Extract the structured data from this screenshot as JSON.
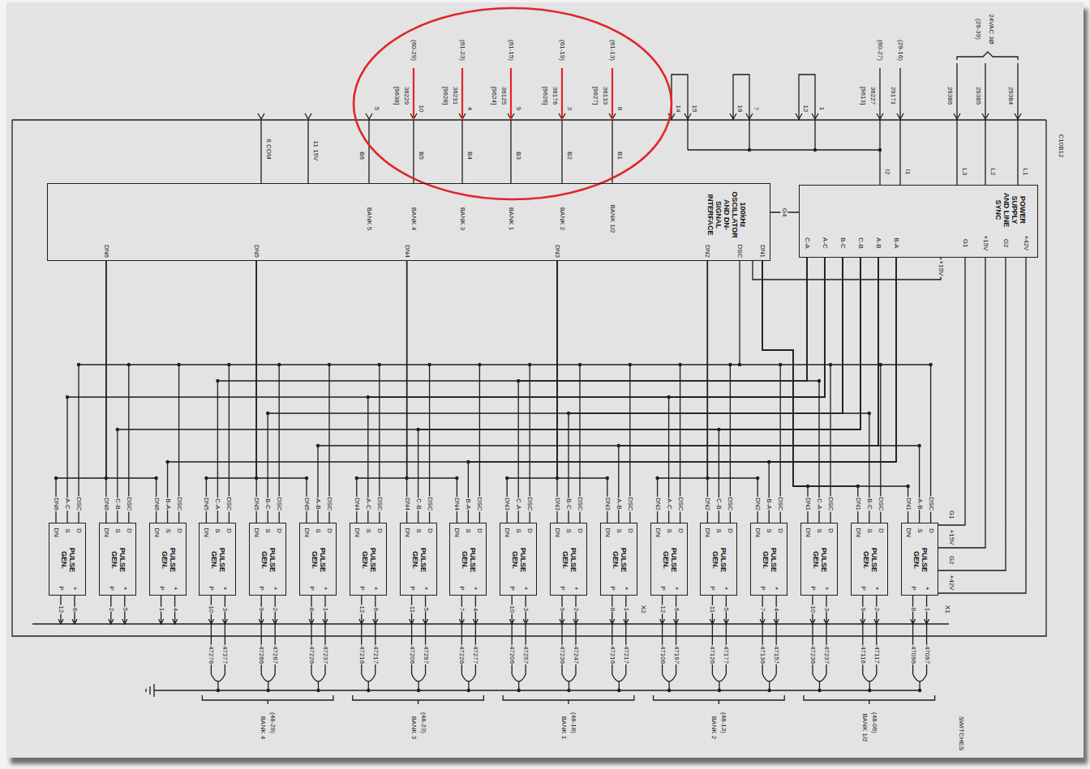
{
  "diagram": {
    "nodes": [
      {
        "text": [
          "100kHz OSCILLATOR AND DN-SIGNAL INTERFACE"
        ]
      },
      {
        "text": [
          "POWER SUPPLY AND LINE SYNC"
        ]
      },
      {
        "text": [
          "PULSE GEN."
        ]
      },
      {
        "text": [
          "PULSE GEN."
        ]
      },
      {
        "text": [
          "PULSE GEN."
        ]
      },
      {
        "text": [
          "PULSE GEN."
        ]
      },
      {
        "text": [
          "PULSE GEN."
        ]
      },
      {
        "text": [
          "PULSE GEN."
        ]
      },
      {
        "text": [
          "PULSE GEN."
        ]
      },
      {
        "text": [
          "PULSE GEN."
        ]
      },
      {
        "text": [
          "PULSE GEN."
        ]
      },
      {
        "text": [
          "PULSE GEN."
        ]
      },
      {
        "text": [
          "PULSE GEN."
        ]
      },
      {
        "text": [
          "PULSE GEN."
        ]
      },
      {
        "text": [
          "PULSE GEN."
        ]
      },
      {
        "text": [
          "PULSE GEN."
        ]
      },
      {
        "text": [
          "PULSE GEN."
        ]
      },
      {
        "text": [
          "PULSE GEN."
        ]
      },
      {
        "text": [
          "PULSE GEN."
        ]
      },
      {
        "text": [
          "PULSE GEN."
        ]
      }
    ],
    "edges": [
      {
        "from": 1,
        "to": 0,
        "arrow": "none",
        "label": "G4"
      },
      {
        "from": 1,
        "to": 0,
        "arrow": "none",
        "label": "+15V"
      },
      {
        "from": 0,
        "to": 2,
        "arrow": "none"
      },
      {
        "from": 0,
        "to": 3,
        "arrow": "none"
      },
      {
        "from": 0,
        "to": 4,
        "arrow": "none"
      },
      {
        "from": 0,
        "to": 5,
        "arrow": "none"
      },
      {
        "from": 0,
        "to": 6,
        "arrow": "none"
      },
      {
        "from": 0,
        "to": 7,
        "arrow": "none"
      },
      {
        "from": 0,
        "to": 8,
        "arrow": "none"
      },
      {
        "from": 0,
        "to": 9,
        "arrow": "none"
      },
      {
        "from": 0,
        "to": 10,
        "arrow": "none"
      },
      {
        "from": 0,
        "to": 11,
        "arrow": "none"
      },
      {
        "from": 0,
        "to": 12,
        "arrow": "none"
      },
      {
        "from": 0,
        "to": 13,
        "arrow": "none"
      },
      {
        "from": 0,
        "to": 14,
        "arrow": "none"
      },
      {
        "from": 0,
        "to": 15,
        "arrow": "none"
      },
      {
        "from": 0,
        "to": 16,
        "arrow": "none"
      },
      {
        "from": 0,
        "to": 17,
        "arrow": "none"
      },
      {
        "from": 0,
        "to": 18,
        "arrow": "none"
      },
      {
        "from": 0,
        "to": 19,
        "arrow": "none"
      },
      {
        "from": 1,
        "to": 2,
        "arrow": "none"
      },
      {
        "from": 1,
        "to": 3,
        "arrow": "none"
      },
      {
        "from": 1,
        "to": 4,
        "arrow": "none"
      },
      {
        "from": 1,
        "to": 5,
        "arrow": "none"
      },
      {
        "from": 1,
        "to": 6,
        "arrow": "none"
      },
      {
        "from": 1,
        "to": 7,
        "arrow": "none"
      },
      {
        "from": 1,
        "to": 8,
        "arrow": "none"
      },
      {
        "from": 1,
        "to": 9,
        "arrow": "none"
      },
      {
        "from": 1,
        "to": 10,
        "arrow": "none"
      },
      {
        "from": 1,
        "to": 11,
        "arrow": "none"
      },
      {
        "from": 1,
        "to": 12,
        "arrow": "none"
      },
      {
        "from": 1,
        "to": 13,
        "arrow": "none"
      },
      {
        "from": 1,
        "to": 14,
        "arrow": "none"
      },
      {
        "from": 1,
        "to": 15,
        "arrow": "none"
      },
      {
        "from": 1,
        "to": 16,
        "arrow": "none"
      },
      {
        "from": 1,
        "to": 17,
        "arrow": "none"
      },
      {
        "from": 1,
        "to": 18,
        "arrow": "none"
      },
      {
        "from": 1,
        "to": 19,
        "arrow": "none"
      }
    ],
    "labels": [
      "6 COM",
      "11 15V",
      "5",
      "10",
      "4",
      "9",
      "3",
      "8",
      "(60-29)",
      "[9638]",
      "36229",
      "(61-23)",
      "[9628]",
      "36231",
      "(61-15)",
      "[9624]",
      "36125",
      "(61-19)",
      "[9626]",
      "36176",
      "(61-13)",
      "[9627]",
      "36133",
      "B6",
      "B5",
      "B4",
      "B3",
      "B2",
      "B1",
      "BANK 5",
      "BANK 4",
      "BANK 3",
      "BANK 1",
      "BANK 2",
      "BANK 1/2",
      "DN6",
      "DN5",
      "DN4",
      "DN3",
      "DN2",
      "DSC",
      "DN1",
      "14",
      "15",
      "16",
      "7",
      "12",
      "1",
      "(60-27)",
      "[9613]",
      "36227",
      "(29-16)",
      "29171",
      "(29-39)",
      "24VAC 3Ø",
      "29386",
      "29385",
      "29384",
      "I2",
      "I1",
      "L3",
      "L2",
      "L1",
      "C10B12",
      "C-A",
      "A-C",
      "B-C",
      "C-B",
      "A-B",
      "B-A",
      "G1",
      "+15V",
      "G2",
      "+42V",
      "G1",
      "+15V",
      "G2",
      "+42V",
      "X2",
      "X1",
      "SWITCHES",
      "(48-29)",
      "BANK 4",
      "(48-23)",
      "BANK 3",
      "(48-18)",
      "BANK 1",
      "(48-13)",
      "BANK 2",
      "(48-06)",
      "BANK 1/2",
      "DSC",
      "A-C",
      "DN6",
      "DN",
      "S",
      "D",
      "P",
      "+",
      "DSC",
      "C-B",
      "DN6",
      "DN",
      "S",
      "D",
      "P",
      "+",
      "DSC",
      "B-A",
      "DN6",
      "DN",
      "S",
      "D",
      "P",
      "+",
      "DSC",
      "C-A",
      "DN5",
      "DN",
      "S",
      "D",
      "P",
      "+",
      "DSC",
      "B-C",
      "DN5",
      "DN",
      "S",
      "D",
      "P",
      "+",
      "DSC",
      "A-B",
      "DN5",
      "DN",
      "S",
      "D",
      "P",
      "+",
      "DSC",
      "A-C",
      "DN4",
      "DN",
      "S",
      "D",
      "P",
      "+",
      "DSC",
      "C-B",
      "DN4",
      "DN",
      "S",
      "D",
      "P",
      "+",
      "DSC",
      "B-A",
      "DN4",
      "DN",
      "S",
      "D",
      "P",
      "+",
      "DSC",
      "C-A",
      "DN3",
      "DN",
      "S",
      "D",
      "P",
      "+",
      "DSC",
      "B-C",
      "DN3",
      "DN",
      "S",
      "D",
      "P",
      "+",
      "DSC",
      "A-B",
      "DN3",
      "DN",
      "S",
      "D",
      "P",
      "+",
      "DSC",
      "A-C",
      "DN2",
      "DN",
      "S",
      "D",
      "P",
      "+",
      "DSC",
      "C-B",
      "DN2",
      "DN",
      "S",
      "D",
      "P",
      "+",
      "DSC",
      "B-A",
      "DN2",
      "DN",
      "S",
      "D",
      "P",
      "+",
      "DSC",
      "C-A",
      "DN1",
      "DN",
      "S",
      "D",
      "P",
      "+",
      "DSC",
      "B-C",
      "DN1",
      "DN",
      "S",
      "D",
      "P",
      "+",
      "DSC",
      "A-B",
      "DN1",
      "DN",
      "S",
      "D",
      "P",
      "+",
      "12",
      "6",
      "2",
      "5",
      "1",
      "4",
      "10",
      "3",
      "9",
      "2",
      "8",
      "1",
      "12",
      "6",
      "11",
      "5",
      "7",
      "4",
      "10",
      "3",
      "9",
      "2",
      "8",
      "1",
      "12",
      "6",
      "11",
      "5",
      "7",
      "4",
      "10",
      "3",
      "9",
      "2",
      "8",
      "1",
      "47276",
      "47377",
      "47266",
      "47267",
      "47226",
      "47237",
      "47216",
      "47217",
      "47206",
      "47297",
      "47226",
      "47277",
      "47206",
      "47257",
      "47236",
      "47247",
      "47216",
      "47217",
      "47106",
      "47197",
      "47126",
      "47177",
      "47136",
      "47157",
      "47236",
      "47237",
      "47116",
      "47117",
      "47096",
      "47097"
    ]
  }
}
